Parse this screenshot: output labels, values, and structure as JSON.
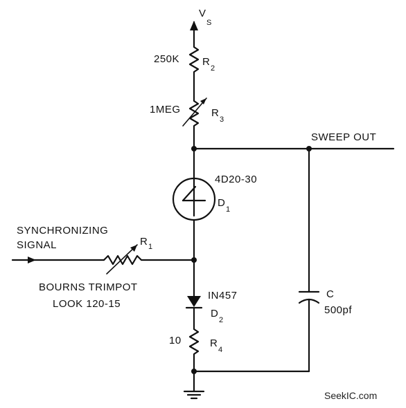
{
  "supply": {
    "label": "V",
    "sub": "S"
  },
  "output": {
    "label": "SWEEP OUT"
  },
  "input": {
    "line1": "SYNCHRONIZING",
    "line2": "SIGNAL"
  },
  "components": {
    "R2": {
      "value": "250K",
      "name": "R",
      "sub": "2"
    },
    "R3": {
      "value": "1MEG",
      "name": "R",
      "sub": "3"
    },
    "D1": {
      "part": "4D20-30",
      "name": "D",
      "sub": "1"
    },
    "R1": {
      "name": "R",
      "sub": "1",
      "note1": "BOURNS TRIMPOT",
      "note2": "LOOK 120-15"
    },
    "D2": {
      "part": "IN457",
      "name": "D",
      "sub": "2"
    },
    "R4": {
      "value": "10",
      "name": "R",
      "sub": "4"
    },
    "C": {
      "name": "C",
      "value": "500pf"
    }
  },
  "watermark": "SeekIC.com"
}
